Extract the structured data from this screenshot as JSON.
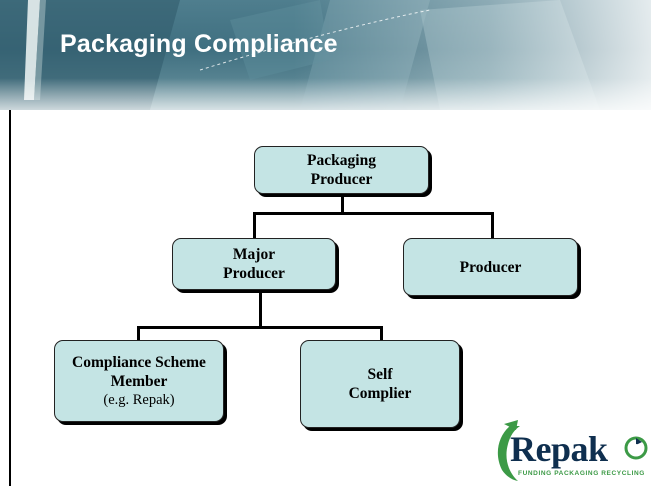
{
  "slide": {
    "title": "Packaging Compliance"
  },
  "org_chart": {
    "root": {
      "line1": "Packaging",
      "line2": "Producer"
    },
    "level2_left": {
      "line1": "Major",
      "line2": "Producer"
    },
    "level2_right": {
      "label": "Producer"
    },
    "level3_left": {
      "line1": "Compliance Scheme",
      "line2": "Member",
      "line3": "(e.g. Repak)"
    },
    "level3_right": {
      "line1": "Self",
      "line2": "Complier"
    }
  },
  "logo": {
    "wordmark": "Repak",
    "tagline": "FUNDING PACKAGING RECYCLING",
    "colors": {
      "green": "#3c9a46",
      "navy": "#0f2f4f"
    }
  },
  "colors": {
    "box_fill": "#c4e4e4",
    "banner": "#4f7e8e",
    "title_text": "#ffffff"
  }
}
